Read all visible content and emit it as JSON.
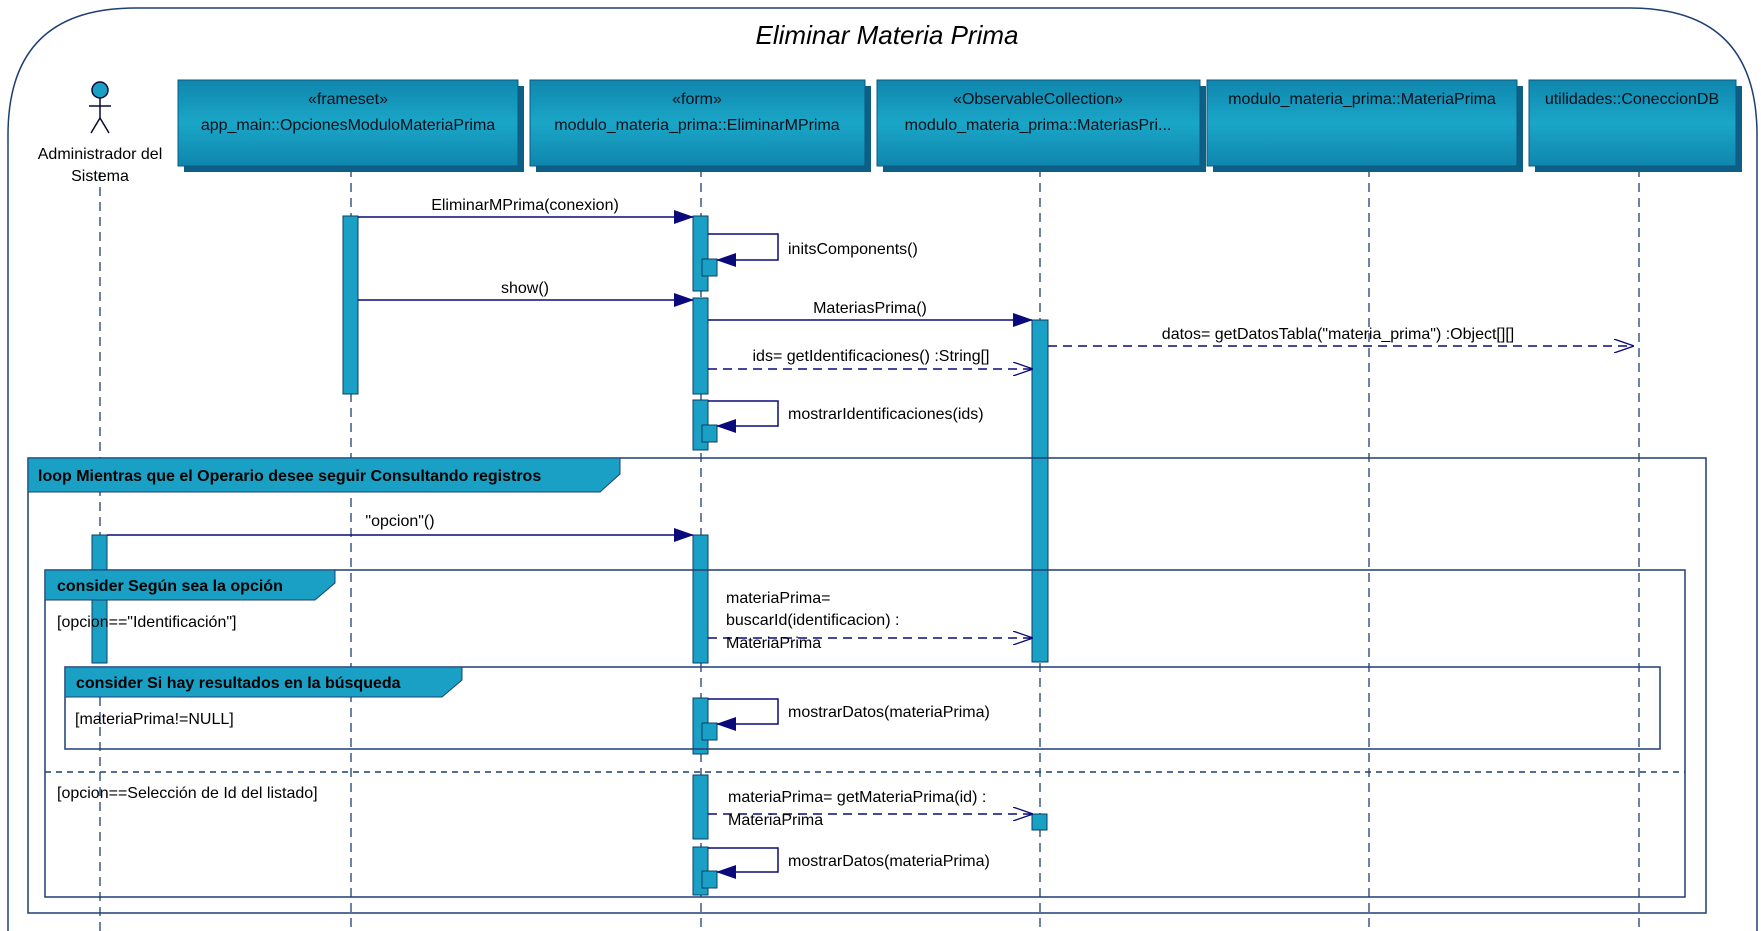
{
  "diagram": {
    "title": "Eliminar Materia Prima",
    "actor": {
      "name_line1": "Administrador del",
      "name_line2": "Sistema"
    },
    "lifelines": [
      {
        "stereotype": "«frameset»",
        "name": "app_main::OpcionesModuloMateriaPrima"
      },
      {
        "stereotype": "«form»",
        "name": "modulo_materia_prima::EliminarMPrima"
      },
      {
        "stereotype": "«ObservableCollection»",
        "name": "modulo_materia_prima::MateriasPri..."
      },
      {
        "stereotype": "",
        "name": "modulo_materia_prima::MateriaPrima"
      },
      {
        "stereotype": "",
        "name": "utilidades::ConeccionDB"
      }
    ],
    "messages": {
      "m1": "EliminarMPrima(conexion)",
      "m2": "initsComponents()",
      "m3": "show()",
      "m4": "MateriasPrima()",
      "m5": "datos= getDatosTabla(\"materia_prima\") :Object[][]",
      "m6": "ids= getIdentificaciones() :String[]",
      "m7": "mostrarIdentificaciones(ids)",
      "m8": "\"opcion\"()",
      "m9_line1": "materiaPrima=",
      "m9_line2": "buscarId(identificacion) :",
      "m9_line3": "MateriaPrima",
      "m10": "mostrarDatos(materiaPrima)",
      "m11_line1": "materiaPrima= getMateriaPrima(id) :",
      "m11_line2": "MateriaPrima",
      "m12": "mostrarDatos(materiaPrima)"
    },
    "fragments": {
      "loop_label": "loop Mientras que el Operario desee seguir Consultando registros",
      "consider1_label": "consider Según sea la opción",
      "consider1_guard1": "[opcion==\"Identificación\"]",
      "consider1_guard2": "[opcion==Selección de Id del listado]",
      "consider2_label": "consider Si hay resultados en la búsqueda",
      "consider2_guard": "[materiaPrima!=NULL]"
    },
    "colors": {
      "header_fill": "#1aa6c7",
      "header_shadow": "#0e5f86",
      "activation_fill": "#1aa0c4",
      "frame_stroke": "#1f3f74",
      "arrow": "#0a0a7a"
    }
  }
}
